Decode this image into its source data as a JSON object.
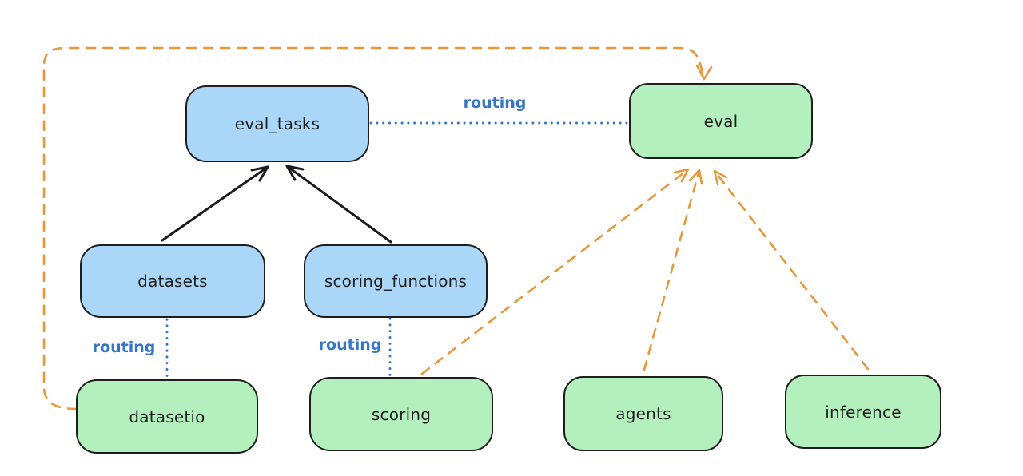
{
  "diagram": {
    "description": "Architecture diagram of eval-related APIs and providers connected by routing links and dependency arrows",
    "colors": {
      "background": "#ffffff",
      "blue_node_fill": "#aad6f8",
      "green_node_fill": "#b4f0bd",
      "node_stroke": "#1e1e1e",
      "orange_dashed": "#e8973b",
      "blue_routing": "#3676c8",
      "black_arrow": "#1b1b1f"
    },
    "nodes": [
      {
        "id": "eval_tasks",
        "label": "eval_tasks",
        "color": "blue"
      },
      {
        "id": "eval",
        "label": "eval",
        "color": "green"
      },
      {
        "id": "datasets",
        "label": "datasets",
        "color": "blue"
      },
      {
        "id": "scoring_functions",
        "label": "scoring_functions",
        "color": "blue"
      },
      {
        "id": "datasetio",
        "label": "datasetio",
        "color": "green"
      },
      {
        "id": "scoring",
        "label": "scoring",
        "color": "green"
      },
      {
        "id": "agents",
        "label": "agents",
        "color": "green"
      },
      {
        "id": "inference",
        "label": "inference",
        "color": "green"
      }
    ],
    "edges": [
      {
        "from": "datasets",
        "to": "eval_tasks",
        "style": "solid-black-arrow",
        "label": ""
      },
      {
        "from": "scoring_functions",
        "to": "eval_tasks",
        "style": "solid-black-arrow",
        "label": ""
      },
      {
        "from": "eval_tasks",
        "to": "eval",
        "style": "dotted-blue",
        "label": "routing"
      },
      {
        "from": "datasets",
        "to": "datasetio",
        "style": "dotted-blue",
        "label": "routing"
      },
      {
        "from": "scoring_functions",
        "to": "scoring",
        "style": "dotted-blue",
        "label": "routing"
      },
      {
        "from": "datasetio",
        "to": "eval",
        "style": "dashed-orange-arrow",
        "label": ""
      },
      {
        "from": "scoring",
        "to": "eval",
        "style": "dashed-orange-arrow",
        "label": ""
      },
      {
        "from": "agents",
        "to": "eval",
        "style": "dashed-orange-arrow",
        "label": ""
      },
      {
        "from": "inference",
        "to": "eval",
        "style": "dashed-orange-arrow",
        "label": ""
      }
    ]
  }
}
